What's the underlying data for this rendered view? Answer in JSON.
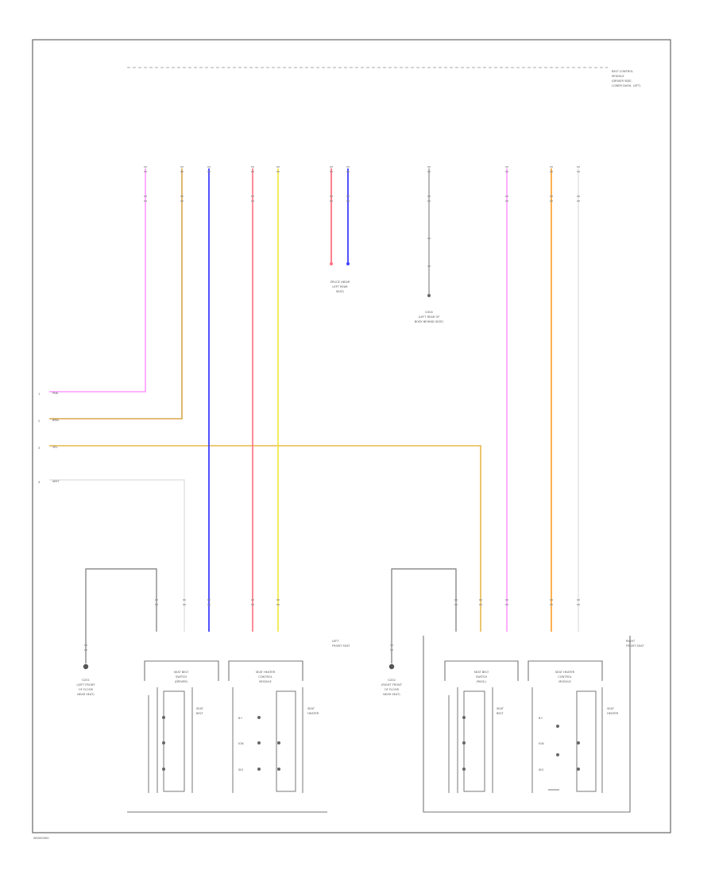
{
  "page": {
    "ref_note": [
      "BELT CONTROL",
      "MODULE",
      "(DRIVER SIDE,",
      "LOWER DASH, LEFT)"
    ],
    "footer_code": "W0000000"
  },
  "splices": {
    "middle_splice": [
      "SPLICE (NEAR",
      "LEFT REAR",
      "SEAT)"
    ],
    "ground": [
      "G304",
      "(LEFT REAR OF",
      "BODY BEHIND SEAT)"
    ]
  },
  "left_harness": {
    "wire_labels": [
      "PNK",
      "BRN",
      "YEL",
      "WHT"
    ],
    "pin_numbers": [
      "1",
      "2",
      "3",
      "4"
    ]
  },
  "left_seat": {
    "title": [
      "LEFT",
      "FRONT SEAT"
    ],
    "ground": [
      "G201",
      "(LEFT FRONT",
      "OF FLOOR",
      "NEAR SEAT)"
    ],
    "belt_switch": [
      "SEAT BELT",
      "SWITCH",
      "(DRIVER)"
    ],
    "heater_module": [
      "SEAT HEATER",
      "CONTROL",
      "MODULE"
    ],
    "belt_note": [
      "SEAT",
      "BELT"
    ],
    "heater_note": [
      "SEAT",
      "HEATER"
    ],
    "pin_tags": [
      "B+",
      "IGN",
      "SIG"
    ]
  },
  "right_seat": {
    "title": [
      "RIGHT",
      "FRONT SEAT"
    ],
    "ground": [
      "G202",
      "(RIGHT FRONT",
      "OF FLOOR",
      "NEAR SEAT)"
    ],
    "belt_switch": [
      "SEAT BELT",
      "SWITCH",
      "(PASS.)"
    ],
    "heater_module": [
      "SEAT HEATER",
      "CONTROL",
      "MODULE"
    ],
    "belt_note": [
      "SEAT",
      "BELT"
    ],
    "heater_note": [
      "SEAT",
      "HEATER"
    ],
    "pin_tags": [
      "B+",
      "IGN",
      "SIG"
    ]
  },
  "wire_colors": {
    "pink": "#ff99ff",
    "brown": "#d9a54a",
    "blue": "#3f3fff",
    "red": "#ff6f7f",
    "yellow": "#f2e633",
    "orange": "#ff9922",
    "white": "#dddddd",
    "gray": "#777777"
  }
}
